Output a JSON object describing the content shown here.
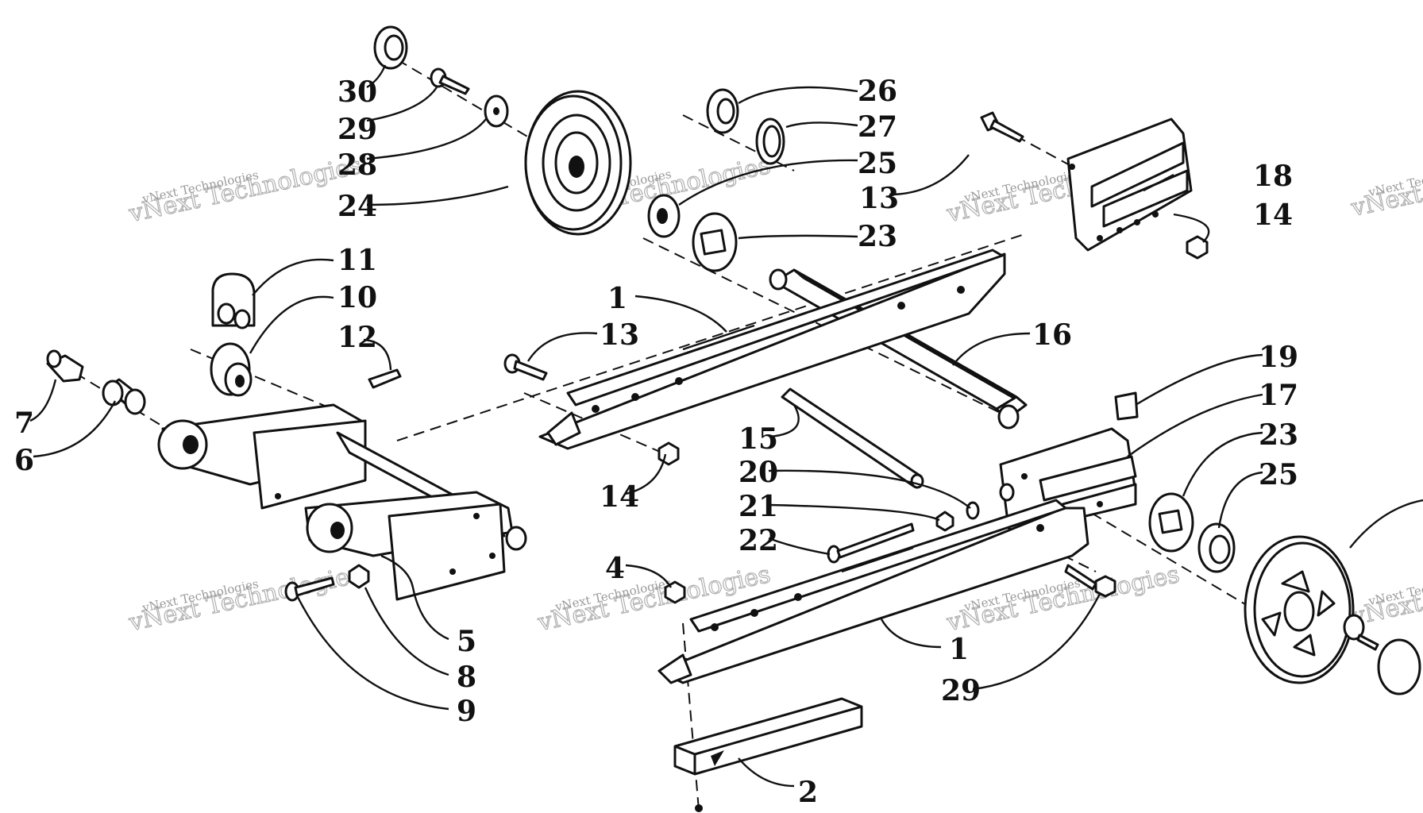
{
  "diagram": {
    "part_labels": {
      "p30": "30",
      "p29a": "29",
      "p28": "28",
      "p24": "24",
      "p26": "26",
      "p27": "27",
      "p25a": "25",
      "p13a": "13",
      "p23a": "23",
      "p18": "18",
      "p14a": "14",
      "p11": "11",
      "p10": "10",
      "p12": "12",
      "p7": "7",
      "p6": "6",
      "p1a": "1",
      "p13b": "13",
      "p14b": "14",
      "p16": "16",
      "p19": "19",
      "p17": "17",
      "p23b": "23",
      "p25b": "25",
      "p15": "15",
      "p20": "20",
      "p21": "21",
      "p22": "22",
      "p4": "4",
      "p5": "5",
      "p8": "8",
      "p9": "9",
      "p1b": "1",
      "p29b": "29",
      "p2": "2"
    },
    "watermark": {
      "big": "vNext Technologies",
      "small": "vNext Technologies"
    }
  }
}
